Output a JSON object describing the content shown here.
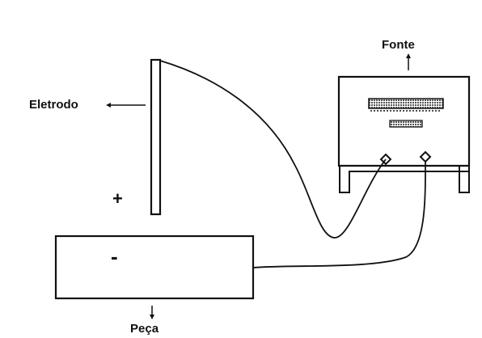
{
  "labels": {
    "source": "Fonte",
    "electrode": "Eletrodo",
    "workpiece": "Peça",
    "positive_sign": "+",
    "negative_sign": "-"
  },
  "colors": {
    "ink": "#111111",
    "display_fill": "#9a9a9a",
    "background": "#ffffff"
  }
}
